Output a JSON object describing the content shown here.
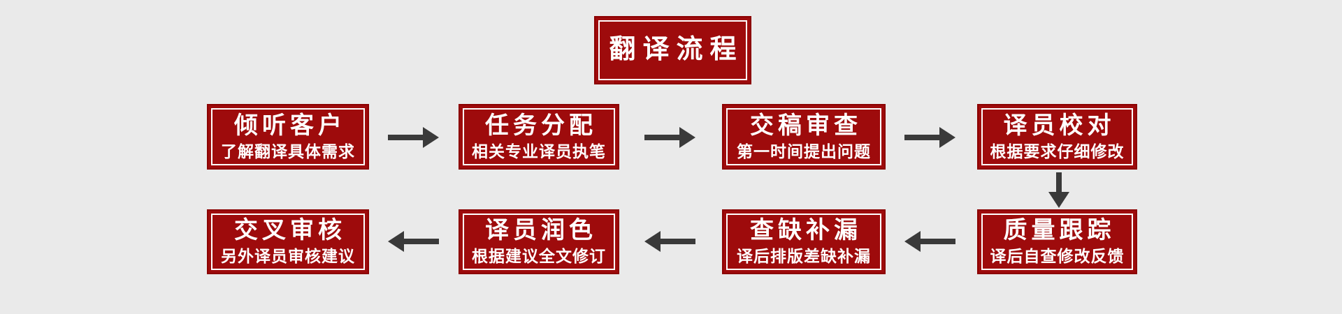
{
  "page": {
    "background": "#eaeaea"
  },
  "colors": {
    "box_fill": "#9e0b0c",
    "box_border": "#8b0000",
    "inner_line": "#ffffff",
    "arrow": "#3a3a3a",
    "text": "#ffffff"
  },
  "title": {
    "label": "翻译流程"
  },
  "flow": {
    "row1": [
      {
        "title": "倾听客户",
        "subtitle": "了解翻译具体需求"
      },
      {
        "title": "任务分配",
        "subtitle": "相关专业译员执笔"
      },
      {
        "title": "交稿审查",
        "subtitle": "第一时间提出问题"
      },
      {
        "title": "译员校对",
        "subtitle": "根据要求仔细修改"
      }
    ],
    "row2": [
      {
        "title": "交叉审核",
        "subtitle": "另外译员审核建议"
      },
      {
        "title": "译员润色",
        "subtitle": "根据建议全文修订"
      },
      {
        "title": "查缺补漏",
        "subtitle": "译后排版差缺补漏"
      },
      {
        "title": "质量跟踪",
        "subtitle": "译后自查修改反馈"
      }
    ],
    "arrow_directions": {
      "row1": "right",
      "row2": "left",
      "column_connector": "down"
    }
  }
}
